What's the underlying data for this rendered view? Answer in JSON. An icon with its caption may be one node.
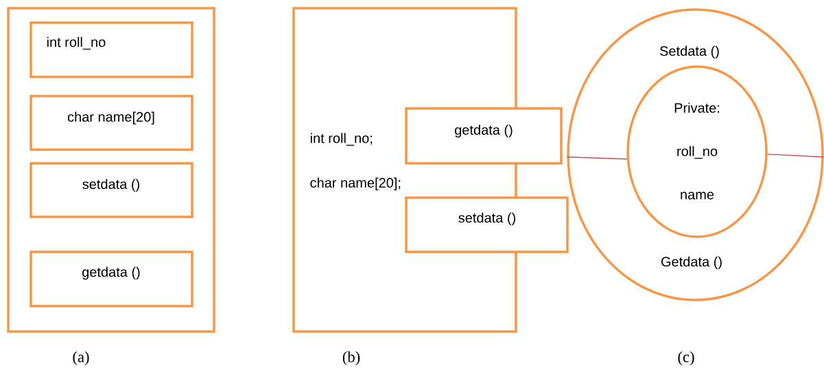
{
  "diagram": {
    "nodes": [
      {
        "text": [],
        "shape": "box"
      },
      {
        "text": [
          "int roll_no"
        ],
        "in": 0
      },
      {
        "text": [
          "char name[20]"
        ],
        "in": 0
      },
      {
        "text": [
          "setdata ()"
        ],
        "in": 0
      },
      {
        "text": [
          "getdata ()"
        ],
        "in": 0
      },
      {
        "text": [
          "int roll_no;",
          "char name[20];"
        ]
      },
      {
        "text": [
          "getdata ()"
        ]
      },
      {
        "text": [
          "setdata ()"
        ]
      },
      {
        "text": [
          "Setdata ()",
          "Getdata ()"
        ]
      },
      {
        "text": [
          "Private:",
          "roll_no",
          "name"
        ],
        "in": 8
      }
    ],
    "edges": [
      {
        "from": 9,
        "to": 8,
        "arrow": "none",
        "color": "#c0504d"
      },
      {
        "from": 9,
        "to": 8,
        "arrow": "none",
        "color": "#c0504d"
      }
    ],
    "labels": [
      "(a)",
      "(b)",
      "(c)"
    ]
  }
}
